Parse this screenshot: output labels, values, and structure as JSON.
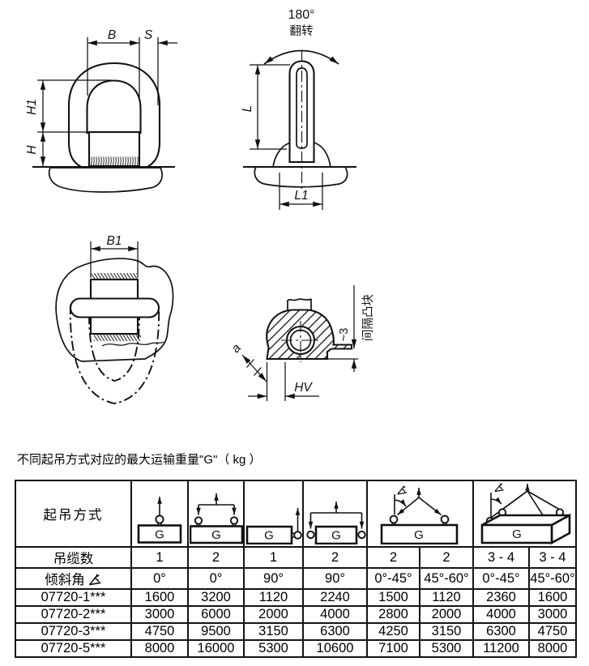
{
  "page": {
    "background": "#ffffff",
    "line_color": "#111111"
  },
  "drawings": {
    "front_view": {
      "dim_b": "B",
      "dim_s": "S",
      "dim_h1": "H1",
      "dim_h": "H"
    },
    "side_view": {
      "rotation_angle": "180°",
      "rotation_text": "翻转",
      "dim_l": "L",
      "dim_l1": "L1"
    },
    "top_view": {
      "dim_b1": "B1"
    },
    "section_view": {
      "dim_a": "a",
      "dim_hv": "HV",
      "dim_gap": "~3",
      "spacer_label": "间隔凸块"
    }
  },
  "table": {
    "title": "不同起吊方式对应的最大运输重量\"G\"（ kg ）",
    "g_label": "G",
    "header": {
      "method_label": "起吊方式"
    },
    "pictogram_icons": [
      "one-sling-vertical-icon",
      "two-slings-spreader-icon",
      "one-sling-side-pull-icon",
      "two-slings-side-pull-icon",
      "two-leg-sling-angle-icon",
      "four-leg-sling-angle-icon"
    ],
    "sling_row": {
      "label": "吊缆数",
      "symbol": "∢",
      "values": [
        "1",
        "2",
        "1",
        "2",
        "2",
        "2",
        "3 - 4",
        "3 - 4"
      ]
    },
    "angle_row": {
      "label": "倾斜角",
      "values": [
        "0°",
        "0°",
        "90°",
        "90°",
        "0°-45°",
        "45°-60°",
        "0°-45°",
        "45°-60°"
      ]
    },
    "product_rows": [
      {
        "label": "07720-1***",
        "values": [
          "1600",
          "3200",
          "1120",
          "2240",
          "1500",
          "1120",
          "2360",
          "1600"
        ]
      },
      {
        "label": "07720-2***",
        "values": [
          "3000",
          "6000",
          "2000",
          "4000",
          "2800",
          "2000",
          "4000",
          "3000"
        ]
      },
      {
        "label": "07720-3***",
        "values": [
          "4750",
          "9500",
          "3150",
          "6300",
          "4250",
          "3150",
          "6300",
          "4750"
        ]
      },
      {
        "label": "07720-5***",
        "values": [
          "8000",
          "16000",
          "5300",
          "10600",
          "7100",
          "5300",
          "11200",
          "8000"
        ]
      }
    ]
  }
}
